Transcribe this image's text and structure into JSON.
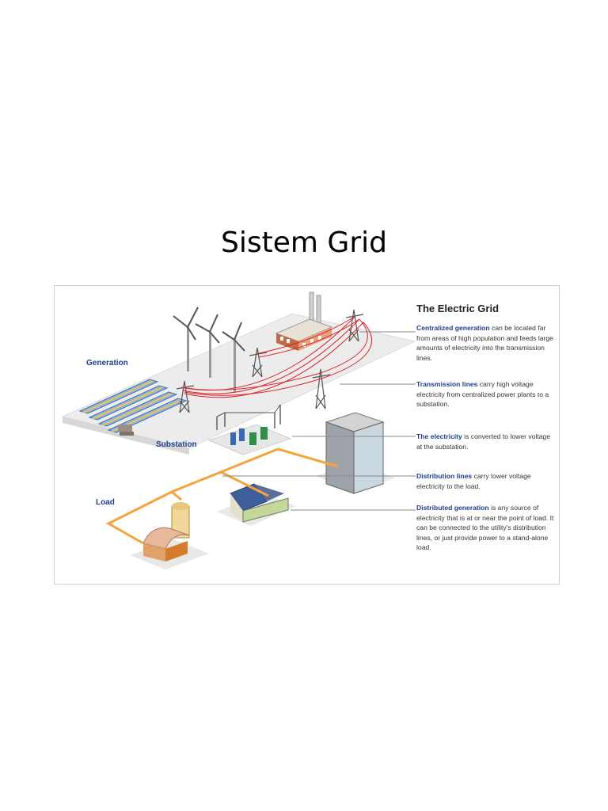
{
  "slide": {
    "title": "Sistem Grid"
  },
  "diagram": {
    "title": "The Electric Grid",
    "labels": {
      "generation": "Generation",
      "substation": "Substation",
      "load": "Load"
    },
    "descriptions": [
      {
        "term": "Centralized generation",
        "text": " can be located far from areas of high population and feeds large amounts of electricity into the transmission lines."
      },
      {
        "term": "Transmission lines",
        "text": " carry high voltage electricity from centralized power plants to a substation."
      },
      {
        "term": "The electricity",
        "text": " is converted to lower voltage at the substation."
      },
      {
        "term": "Distribution lines",
        "text": " carry lower voltage electricity to the  load."
      },
      {
        "term": "Distributed generation",
        "text": " is any source of electricity that is at or near the point of load. It can be connected to the utility's distribution lines, or just provide power to a stand-alone load."
      }
    ],
    "colors": {
      "term": "#1e3f8a",
      "transmission_line": "#d9252a",
      "distribution_line": "#f5a33b",
      "leader_line": "#8a8a8a"
    }
  }
}
